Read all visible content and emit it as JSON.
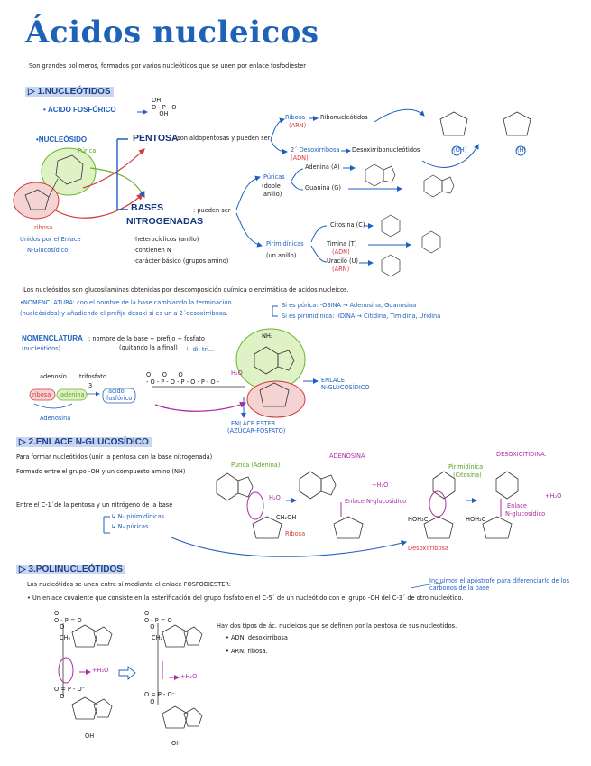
{
  "title": "Ácidos nucleicos",
  "intro": "Son grandes polímeros, formados por varios nucleótidos que se unen por enlace fosfodiester",
  "s1": {
    "heading": "▷ 1.NUCLEÓTIDOS",
    "fosforico": "• ÁCIDO FOSFÓRICO",
    "nucleosido": "•NUCLEÓSIDO",
    "pentosa": "PENTOSA",
    "pentosa_desc": ": son aldopentosas y pueden ser",
    "ribosa": "Ribosa",
    "ribosa_arn": "(ARN)",
    "ribonucleotidos": "Ribonucleótidos",
    "desoxirribosa": "2´ Desoxirribosa",
    "desoxi_adn": "(ADN)",
    "desoxirribonucleotidos": "Desoxirribonucleótidos",
    "bases": "BASES",
    "nitrogenadas": "NITROGENADAS",
    "bases_desc": ": pueden ser",
    "puricas": "Púricas",
    "puricas_sub1": "(doble",
    "puricas_sub2": "anillo)",
    "adenina": "Adenina (A)",
    "guanina": "Guanina (G)",
    "pirimidinicas": "Pirimidínicas",
    "pirimidinicas_sub": "(un anillo)",
    "citosina": "Citosina (C)",
    "timina": "Timina (T)",
    "timina_adn": "(ADN)",
    "uracilo": "Uracilo (U)",
    "uracilo_arn": "(ARN)",
    "purica_label": "Púrica",
    "ribosa_label": "ribosa",
    "union1": "Unidos por el Enlace",
    "union2": "N-Glucosídico.",
    "props": [
      "·heterocíclicos (anillo)",
      "·contienen N",
      "·carácter básico (grupos amino)"
    ],
    "oh_label": "(OH)",
    "h_label": "(H)",
    "note1": "·Los nucleósidos son glucosilaminas obtenidas por descomposición química o enzimática de ácidos nucleicos.",
    "nomen_a": "•NOMENCLATURA: con el nombre de la base cambiando la terminación",
    "nomen_b": "(nucleósidos)   y añadiendo el prefijo desoxi si es un a 2´desoxirribosa.",
    "nomen_purica": "Si es púrica: -OSINA → Adenosina, Guanosina",
    "nomen_pirimidinica": "Si es pirimidínica: -IDINA → Citidina, Timidina, Uridina",
    "nomen2_title": "NOMENCLATURA",
    "nomen2_sub": "(nucleótidos)",
    "nomen2_rule1": ": nombre de la base + prefijo + fosfato",
    "nomen2_rule2": "(quitando la a final)",
    "nomen2_prefix": "↳ di, tri...",
    "ex_adenosin": "adenosín",
    "ex_trifosfato": "trifosfato",
    "ex_ribosa": "ribosa",
    "ex_adenina": "adenina",
    "ex_acido": "ácido",
    "ex_fosforico": "fosfórico",
    "ex_adenosina": "Adenosina",
    "ex_3": "3",
    "enlace_ng1": "ENLACE",
    "enlace_ng2": "N-GLUCOSÍDICO",
    "enlace_ester1": "ENLACE ESTER",
    "enlace_ester2": "(AZÚCAR-FOSFATO)",
    "h2o": "H₂O",
    "nh2": "NH₂"
  },
  "s2": {
    "heading": "▷ 2.ENLACE N-GLUCOSÍDICO",
    "l1": "Para formar nucleótidos (unir la pentosa con la base nitrogenada)",
    "l2": "Formado entre el grupo -OH y un compuesto amino (NH)",
    "l3": "Entre el C-1´de la pentosa y un nitrógeno de la base",
    "n9": "↳ N₉ púricas",
    "n1": "↳ N₁ pirimidínicas",
    "purica_adenina": "Púrica (Adenina)",
    "adenosina": "ADENOSINA",
    "pirimidinica": "Pirimidínica",
    "citosina": "(Citosina)",
    "desoxicitidina": "DESOXICITIDINA.",
    "enlace_ng": "Enlace N-glucosídico",
    "enlace_ng_b": "Enlace",
    "enlace_ng_c": "N-glucosídico",
    "ribosa": "Ribosa",
    "desoxirribosa": "Desoxirribosa",
    "plus_h2o": "+H₂O",
    "ch2oh": "CH₂OH",
    "hoh2c": "HOH₂C"
  },
  "s3": {
    "heading": "▷ 3.POLINUCLEÓTIDOS",
    "l1": "Los nucleótidos se unen entre sí mediante el enlace FOSFODIESTER:",
    "l2": "• Un enlace covalente que consiste en la esterificación del grupo fosfato en el C-5´ de un nucleótido con el grupo -OH del C-3´ de otro nucleótido.",
    "note": "Incluimos el apóstrofe para diferenciarlo de los carbonos de la base",
    "tipos": "Hay dos tipos de ác. nucleicos que se definen por la pentosa de sus nucleótidos.",
    "adn": "• ADN: desoxirribosa",
    "arn": "• ARN: ribosa.",
    "plus_h2o": "+H₂O",
    "ch2": "CH₂",
    "oh": "OH"
  },
  "colors": {
    "title": "#1e63b8",
    "ink": "#13357a",
    "red": "#d23a3a",
    "green": "#5aa01f",
    "magenta": "#b02aa6",
    "highlight": "#c9d6ee"
  }
}
